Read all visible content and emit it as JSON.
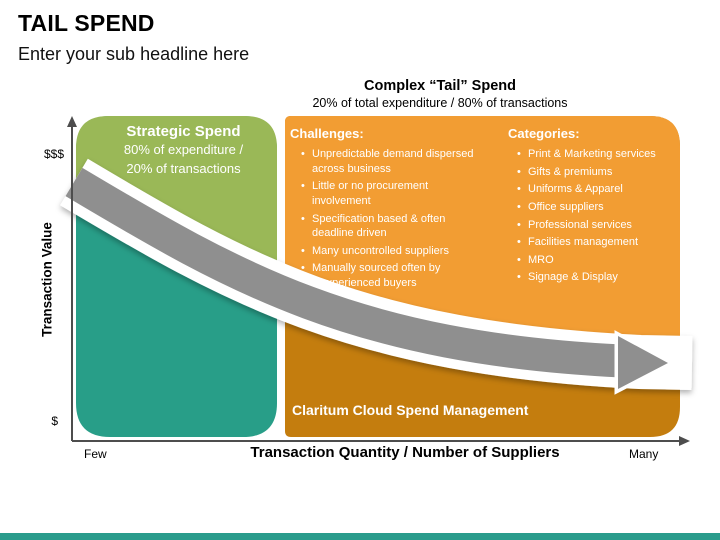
{
  "slide": {
    "title": "TAIL SPEND",
    "subtitle": "Enter your sub headline here"
  },
  "complex_header": {
    "title": "Complex “Tail” Spend",
    "subtitle": "20% of total expenditure / 80% of transactions"
  },
  "strategic": {
    "title": "Strategic Spend",
    "line1": "80% of expenditure /",
    "line2": "20% of transactions"
  },
  "challenges": {
    "heading": "Challenges:",
    "items": [
      "Unpredictable demand dispersed across business",
      "Little or no procurement involvement",
      "Specification based & often deadline driven",
      "Many uncontrolled suppliers",
      "Manually sourced often by inexperienced buyers"
    ]
  },
  "categories": {
    "heading": "Categories:",
    "items": [
      "Print & Marketing services",
      "Gifts & premiums",
      "Uniforms & Apparel",
      "Office suppliers",
      "Professional services",
      "Facilities management",
      "MRO",
      "Signage & Display"
    ]
  },
  "banner": {
    "label": "Claritum Cloud Spend Management"
  },
  "axes": {
    "y_label": "Transaction Value",
    "y_top": "$$$",
    "y_bottom": "$",
    "x_label": "Transaction Quantity / Number of Suppliers",
    "x_left": "Few",
    "x_right": "Many"
  },
  "colors": {
    "green": "#9AB857",
    "teal": "#289E88",
    "orange": "#F29D33",
    "dark_orange": "#C47D0E",
    "arrow_gray": "#8F8F8F",
    "axis": "#4D4D4D",
    "footer_bar": "#2A9C8C"
  }
}
